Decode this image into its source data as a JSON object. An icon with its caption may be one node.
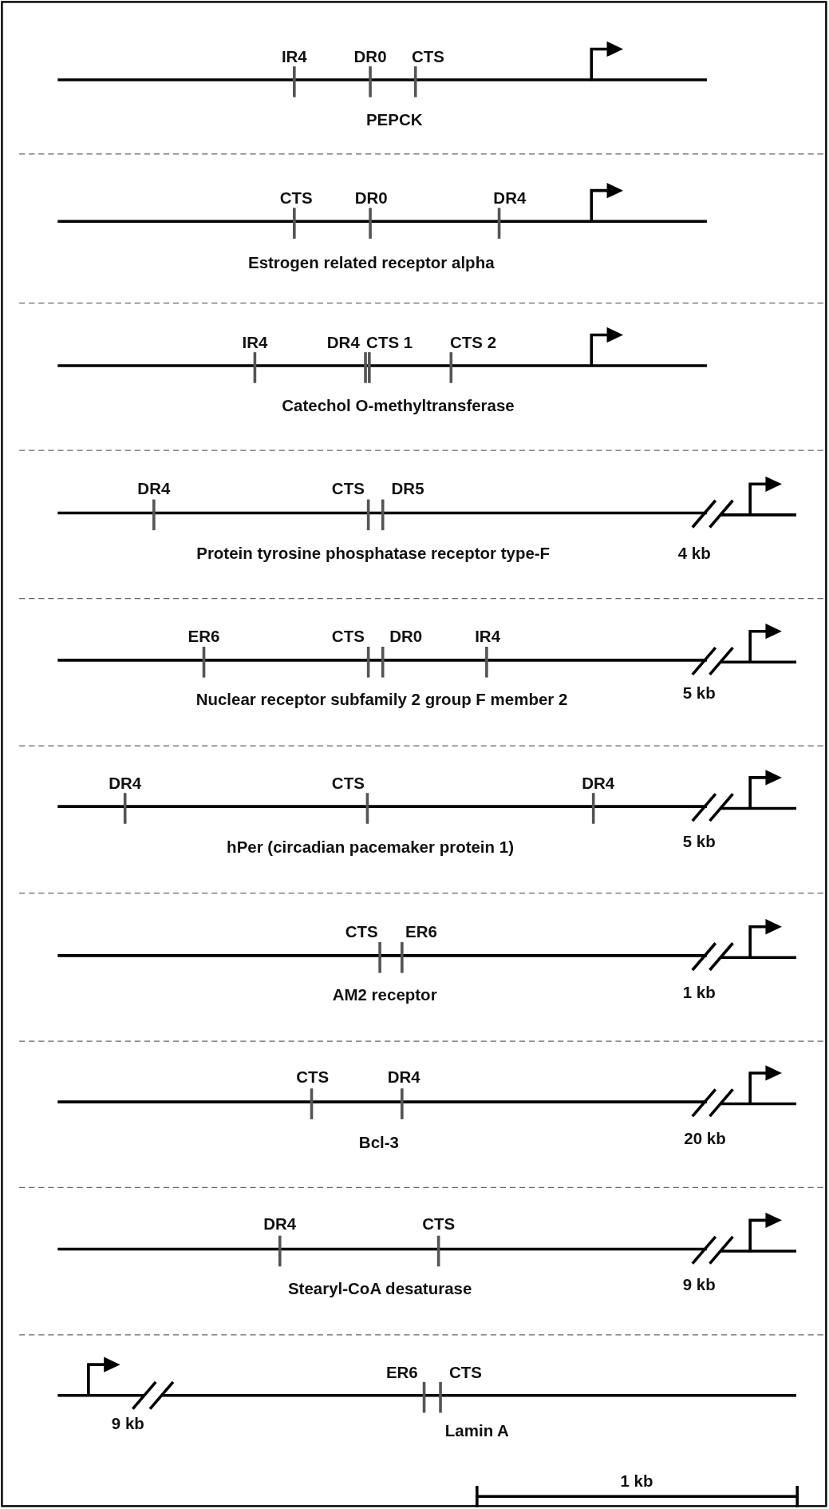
{
  "diagram": {
    "labels": [
      "IR4",
      "DR0",
      "CTS",
      "PEPCK",
      "CTS",
      "DR0",
      "DR4",
      "Estrogen related receptor alpha",
      "IR4",
      "DR4",
      "CTS 1",
      "CTS 2",
      "Catechol O-methyltransferase",
      "DR4",
      "CTS",
      "DR5",
      "Protein tyrosine phosphatase receptor type-F",
      "4 kb",
      "ER6",
      "CTS",
      "DR0",
      "IR4",
      "Nuclear receptor subfamily 2 group F member 2",
      "5 kb",
      "DR4",
      "CTS",
      "DR4",
      "hPer (circadian pacemaker protein 1)",
      "5 kb",
      "CTS",
      "ER6",
      "AM2 receptor",
      "1 kb",
      "CTS",
      "DR4",
      "Bcl-3",
      "20 kb",
      "DR4",
      "CTS",
      "Stearyl-CoA desaturase",
      "9 kb",
      "ER6",
      "CTS",
      "9 kb",
      "Lamin A",
      "1 kb"
    ]
  }
}
